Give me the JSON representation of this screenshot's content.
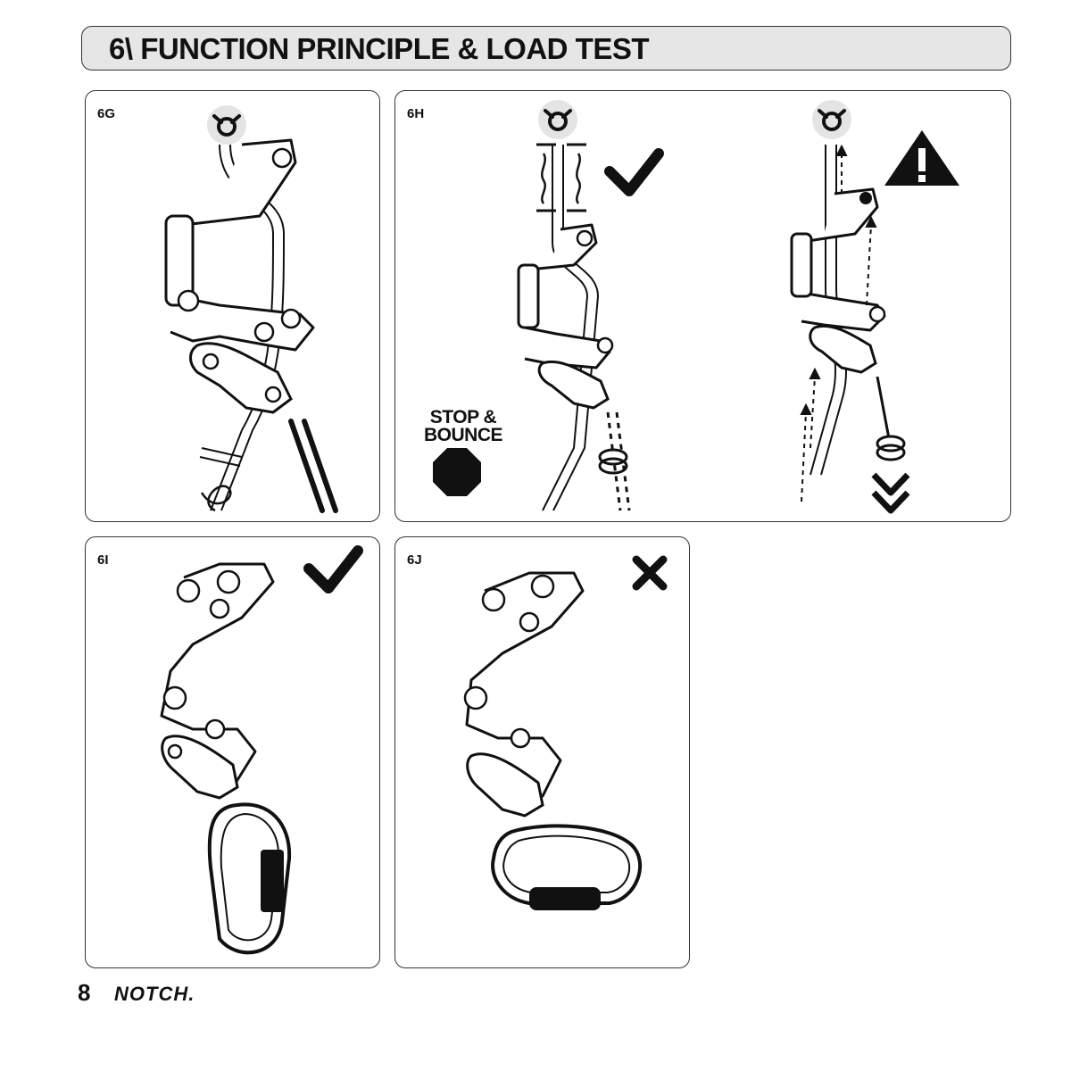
{
  "header": {
    "title": "6\\ FUNCTION PRINCIPLE & LOAD TEST"
  },
  "panels": [
    {
      "label": "6G"
    },
    {
      "label": "6H"
    },
    {
      "label": "6I"
    },
    {
      "label": "6J"
    }
  ],
  "stop_bounce": {
    "line1": "STOP &",
    "line2": "BOUNCE"
  },
  "footer": {
    "page_number": "8",
    "brand": "NOTCH."
  },
  "icons": {
    "anchor": "anchor-icon",
    "check": "checkmark-icon",
    "cross": "cross-icon",
    "warning": "warning-icon",
    "stop": "stop-octagon-icon",
    "arrow_down": "double-chevron-down-icon"
  }
}
